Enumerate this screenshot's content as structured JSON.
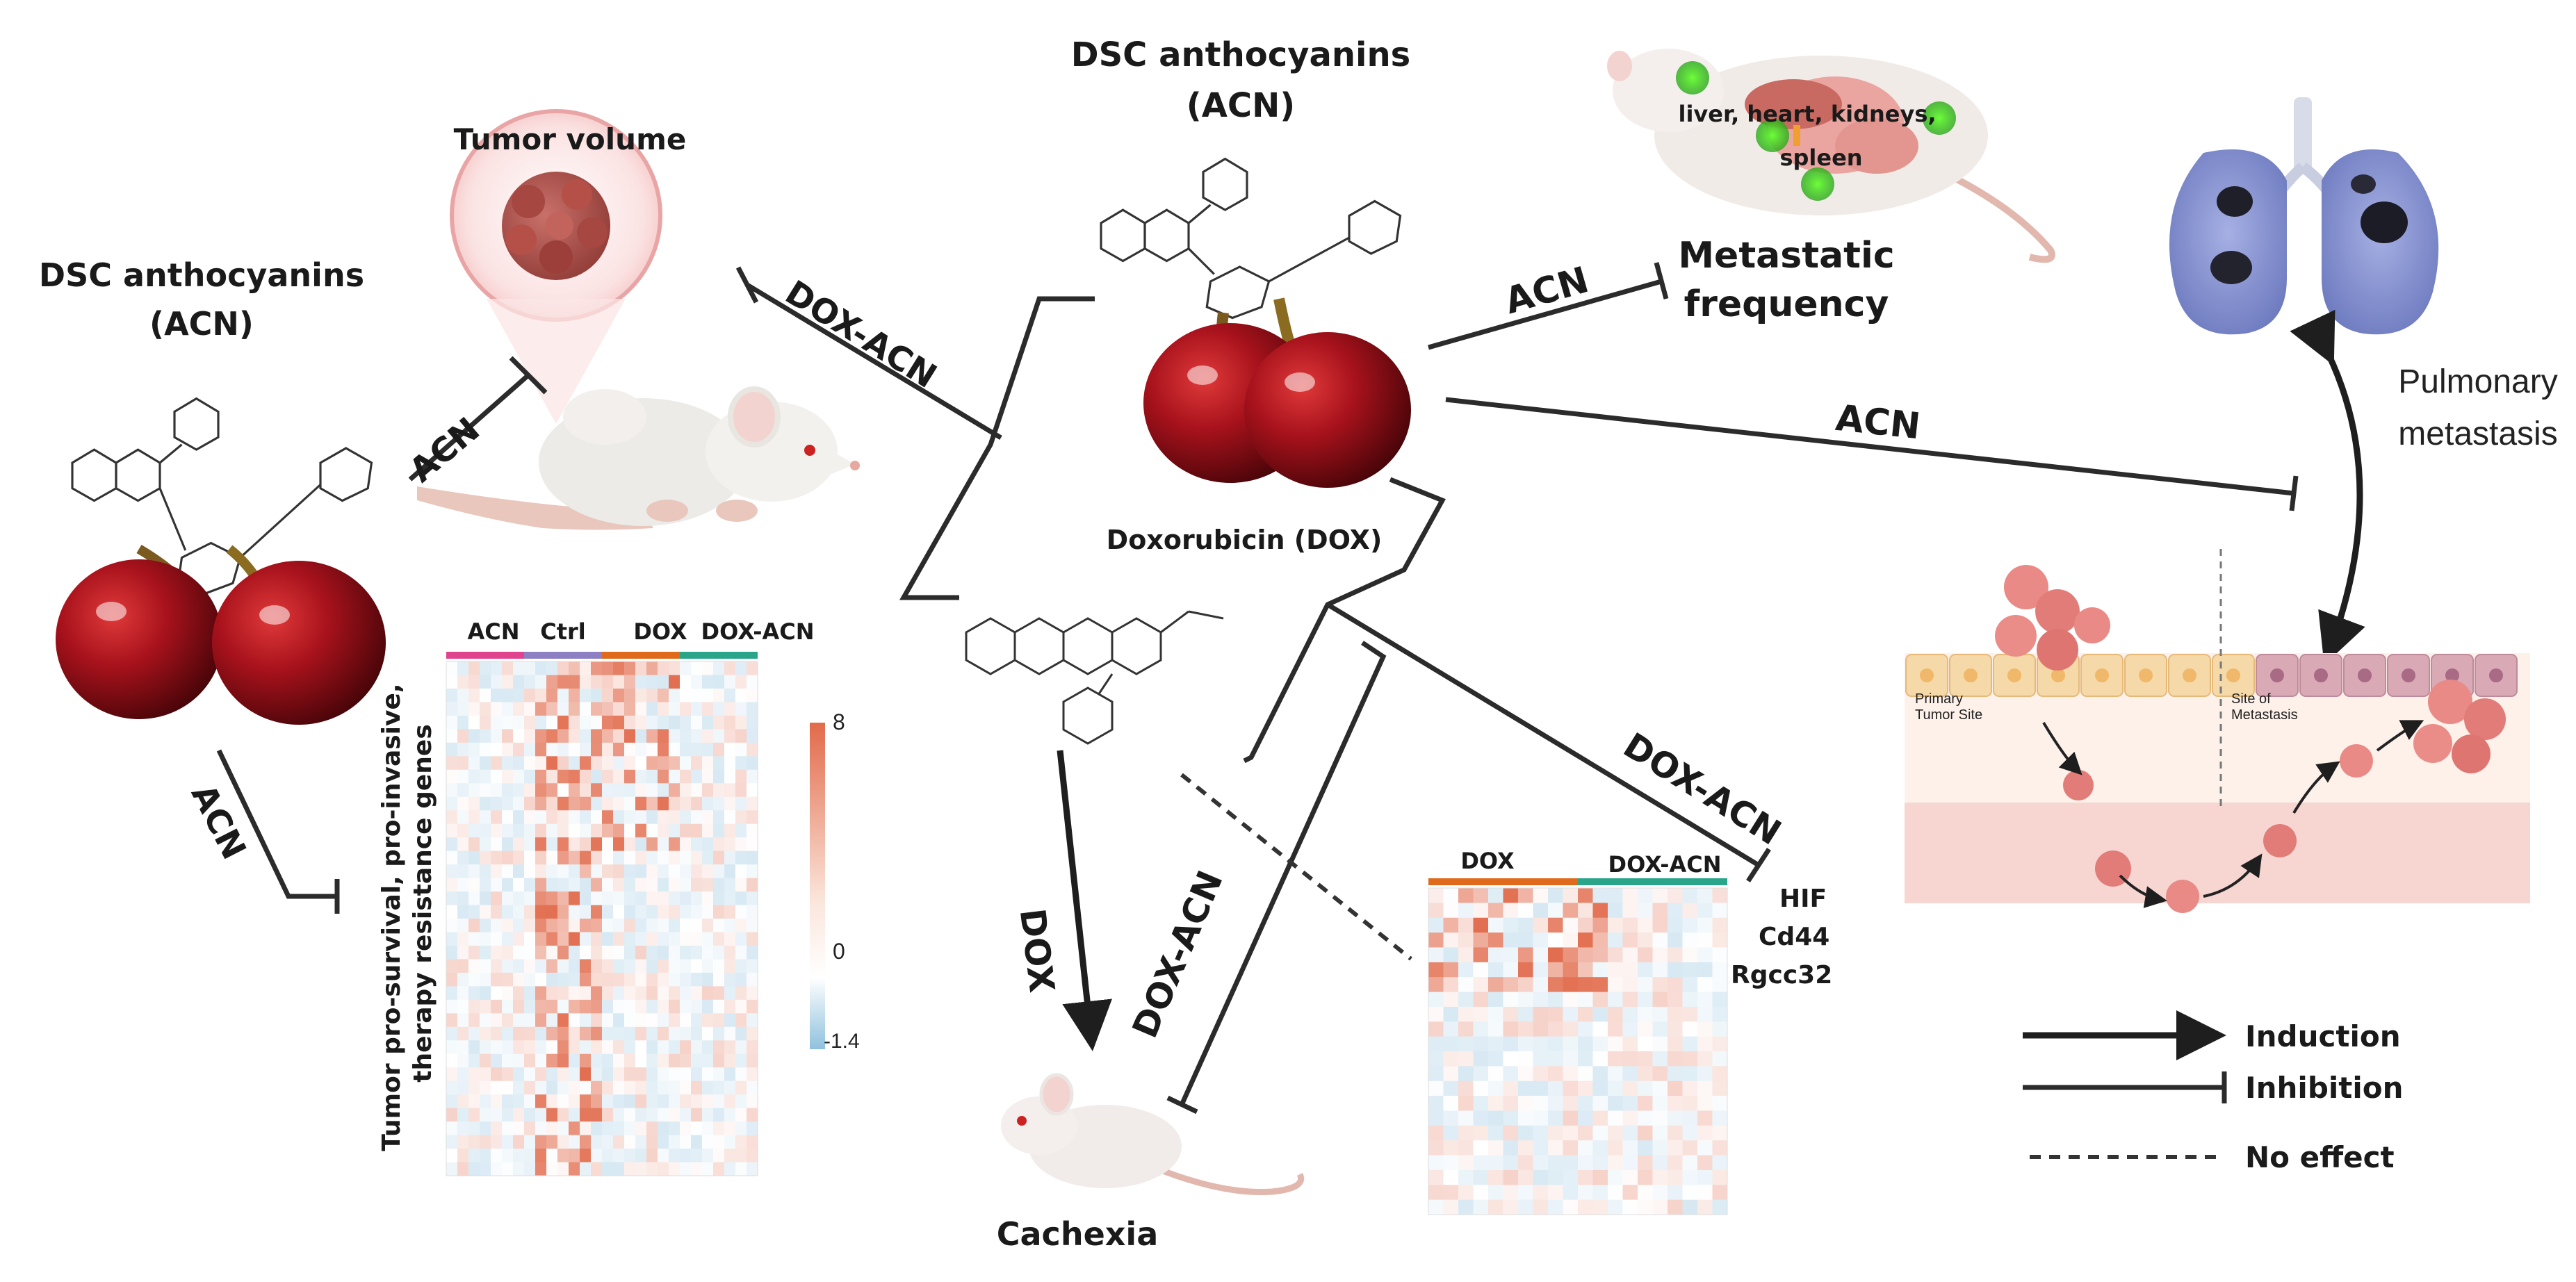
{
  "labels": {
    "dsc_left_line1": "DSC anthocyanins",
    "dsc_left_line2": "(ACN)",
    "dsc_top_line1": "DSC anthocyanins",
    "dsc_top_line2": "(ACN)",
    "tumor_volume": "Tumor volume",
    "dox_acn_tumor": "DOX-ACN",
    "acn_tumor": "ACN",
    "acn_genes": "ACN",
    "genes_line1": "Tumor pro-survival, pro-invasive,",
    "genes_line2": "therapy resistance  genes",
    "acn_metastatic": "ACN",
    "metastatic_line1": "Metastatic",
    "metastatic_line2": "frequency",
    "organs_line1": "liver, heart, kidneys,",
    "organs_line2": "spleen",
    "acn_pulmonary": "ACN",
    "pulmonary_line1": "Pulmonary",
    "pulmonary_line2": "metastasis",
    "doxorubicin": "Doxorubicin (DOX)",
    "dox_cachexia": "DOX",
    "dox_acn_cachexia": "DOX-ACN",
    "cachexia": "Cachexia",
    "dox_acn_hif": "DOX-ACN",
    "primary_site_line1": "Primary",
    "primary_site_line2": "Tumor Site",
    "met_site_line1": "Site of",
    "met_site_line2": "Metastasis"
  },
  "heatmap_left": {
    "groups": [
      "ACN",
      "Ctrl",
      "DOX",
      "DOX-ACN"
    ],
    "group_colors": [
      "#e0448f",
      "#8c7fc4",
      "#e06a1b",
      "#2aa58a"
    ],
    "scale_max": "8",
    "scale_mid": "0",
    "scale_min": "-1.4"
  },
  "heatmap_right": {
    "groups": [
      "DOX",
      "DOX-ACN"
    ],
    "group_colors": [
      "#e06a1b",
      "#2aa58a"
    ],
    "genes": [
      "HIF",
      "Cd44",
      "Rgcc32"
    ]
  },
  "legend": {
    "induction": "Induction",
    "inhibition": "Inhibition",
    "no_effect": "No effect"
  },
  "colors": {
    "cherry": "#8b0f1a",
    "tumor": "#b4534c",
    "lung": "#8e9ad6",
    "heat_high": "#e8826a",
    "heat_low": "#9cc6e0"
  }
}
